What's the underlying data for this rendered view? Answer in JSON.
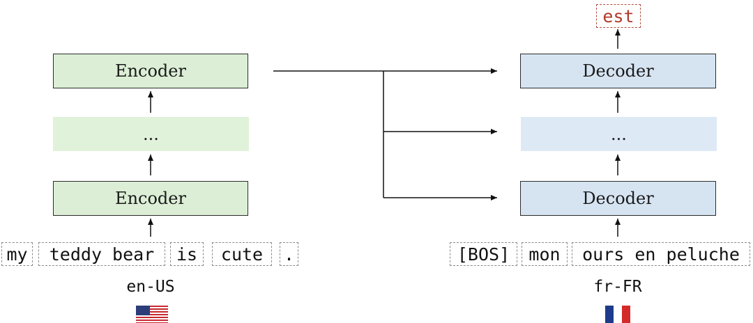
{
  "encoder": {
    "top_label": "Encoder",
    "middle_label": "...",
    "bottom_label": "Encoder"
  },
  "decoder": {
    "top_label": "Decoder",
    "middle_label": "...",
    "bottom_label": "Decoder"
  },
  "output_token": "est",
  "source": {
    "tokens": [
      "my",
      "teddy bear",
      "is",
      "cute",
      "."
    ],
    "language": "en-US",
    "flag": "us-flag-icon"
  },
  "target": {
    "tokens": [
      "[BOS]",
      "mon",
      "ours en peluche"
    ],
    "language": "fr-FR",
    "flag": "fr-flag-icon"
  },
  "colors": {
    "encoder_fill": "#dcefd6",
    "decoder_fill": "#d6e4f2",
    "output_token": "#b0392b"
  }
}
